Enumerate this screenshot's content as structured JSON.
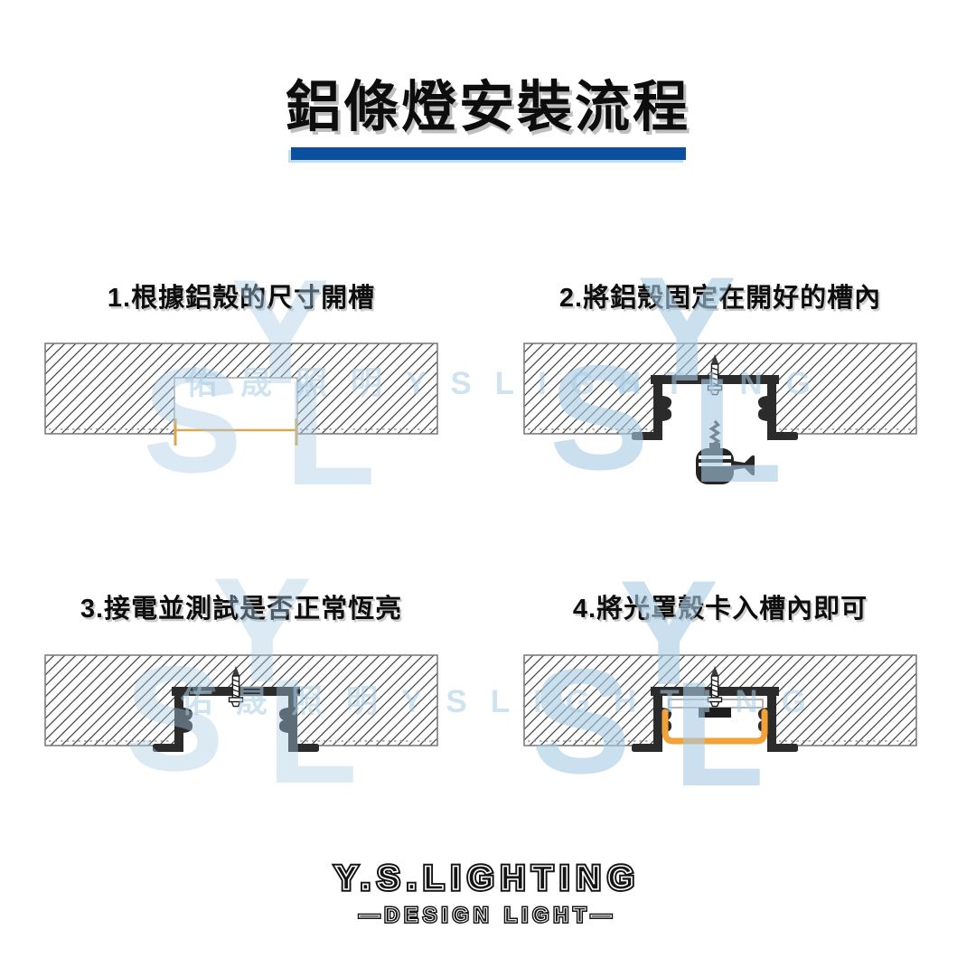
{
  "header": {
    "title": "鋁條燈安裝流程"
  },
  "steps": [
    {
      "label": "1.根據鋁殼的尺寸開槽"
    },
    {
      "label": "2.將鋁殼固定在開好的槽內"
    },
    {
      "label": "3.接電並測試是否正常恆亮"
    },
    {
      "label": "4.將光罩殼卡入槽內即可"
    }
  ],
  "watermark": {
    "row_text": "佑晟照明YSLIGHTING",
    "big_letters": [
      "Y",
      "S",
      "L"
    ]
  },
  "footer": {
    "brand": "Y.S.LIGHTING",
    "tagline": "—DESIGN LIGHT—"
  },
  "colors": {
    "accent_blue": "#0b4f9f",
    "underline_glow": "#c3ddf1",
    "title_shadow": "#bfbfbf",
    "diagram_orange": "#f2a237",
    "dimension_tan": "#d8a855",
    "channel_dark": "#2b2b2b",
    "hatch_line": "#454545",
    "panel_border": "#7d7d7d",
    "watermark_blue": "#a9cde6"
  }
}
